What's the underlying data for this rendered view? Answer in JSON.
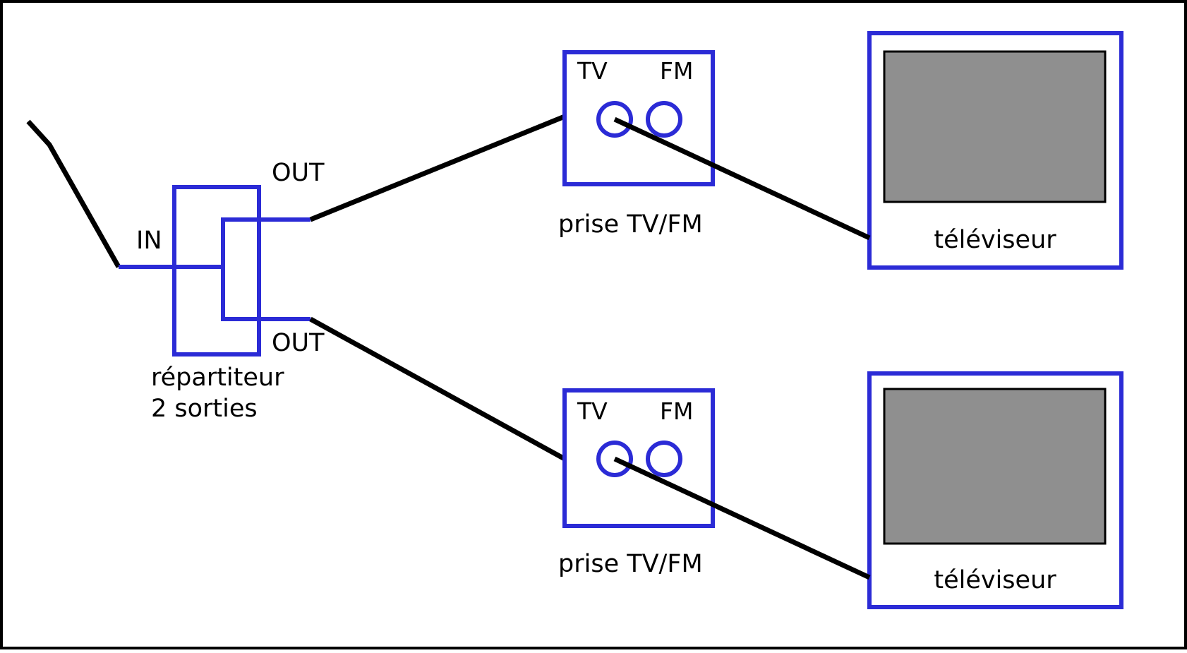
{
  "colors": {
    "outline": "#2b2bd6",
    "cable": "#000000",
    "screen": "#8f8f8f",
    "border": "#000000",
    "background": "#ffffff"
  },
  "splitter": {
    "in_label": "IN",
    "out_top_label": "OUT",
    "out_bottom_label": "OUT",
    "caption_line1": "répartiteur",
    "caption_line2": "2 sorties"
  },
  "outlets": [
    {
      "tv_label": "TV",
      "fm_label": "FM",
      "caption": "prise TV/FM"
    },
    {
      "tv_label": "TV",
      "fm_label": "FM",
      "caption": "prise TV/FM"
    }
  ],
  "televisions": [
    {
      "caption": "téléviseur"
    },
    {
      "caption": "téléviseur"
    }
  ]
}
